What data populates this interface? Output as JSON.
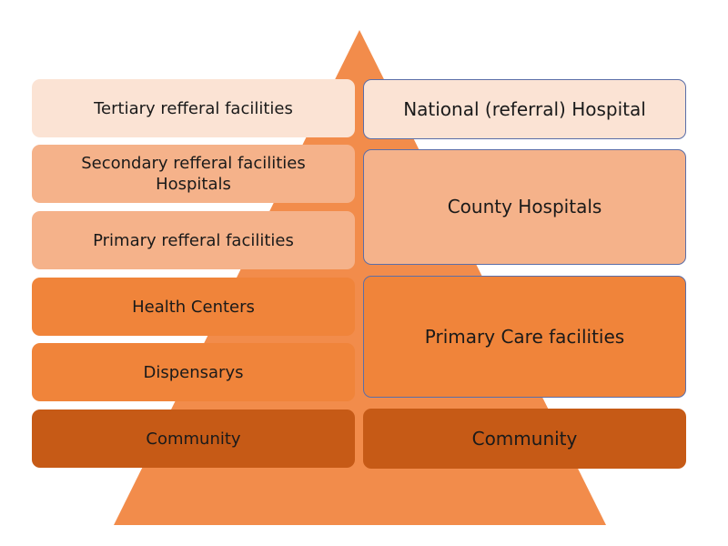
{
  "colors": {
    "pyramid": "#f28c4b",
    "level_1": "#fbe3d4",
    "level_2": "#f5b28a",
    "level_3": "#f0843a",
    "level_4": "#c65a16",
    "box_outline": "#5b6ea8"
  },
  "left_column": {
    "tertiary": "Tertiary refferal facilities",
    "secondary_line1": "Secondary refferal facilities",
    "secondary_line2": "Hospitals",
    "primary": "Primary refferal facilities",
    "health_centers": "Health Centers",
    "dispensaries": "Dispensarys",
    "community": "Community"
  },
  "right_column": {
    "national": "National (referral) Hospital",
    "county": "County Hospitals",
    "primary_care": "Primary Care facilities",
    "community": "Community"
  }
}
